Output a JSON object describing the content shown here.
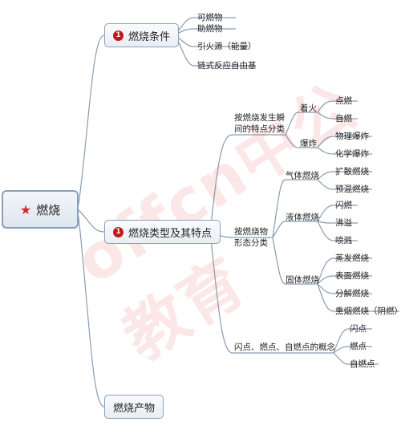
{
  "watermark": "offcn中公教育",
  "root": {
    "label": "燃烧"
  },
  "branches": {
    "conditions": {
      "label": "燃烧条件",
      "badge": "1",
      "items": [
        "可燃物",
        "助燃物",
        "引火源（能量）",
        "链式反应自由基"
      ]
    },
    "types": {
      "label": "燃烧类型及其特点",
      "badge": "1",
      "by_instant": {
        "label": "按燃烧发生瞬间的特点分类",
        "ignition": {
          "label": "着火",
          "items": [
            "点燃",
            "自燃"
          ]
        },
        "explosion": {
          "label": "爆炸",
          "items": [
            "物理爆炸",
            "化学爆炸"
          ]
        }
      },
      "by_form": {
        "label": "按燃烧物形态分类",
        "gas": {
          "label": "气体燃烧",
          "items": [
            "扩散燃烧",
            "预混燃烧"
          ]
        },
        "liquid": {
          "label": "液体燃烧",
          "items": [
            "闪燃",
            "沸溢",
            "喷溅"
          ]
        },
        "solid": {
          "label": "固体燃烧",
          "items": [
            "蒸发燃烧",
            "表面燃烧",
            "分解燃烧",
            "熏烟燃烧（阴燃）"
          ]
        }
      },
      "points": {
        "label": "闪点、燃点、自燃点的概念",
        "items": [
          "闪点",
          "燃点",
          "自燃点"
        ]
      }
    },
    "products": {
      "label": "燃烧产物"
    }
  }
}
